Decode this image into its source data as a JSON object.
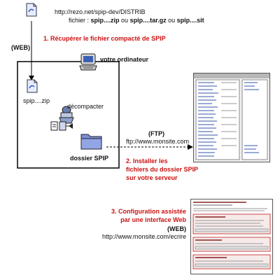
{
  "source": {
    "url": "http://rezo.net/spip-dev/DISTRIB",
    "fichier_label": "fichier :",
    "file_zip": "spip....zip",
    "sep1": " ou ",
    "file_targz": "spip....tar.gz",
    "sep2": " ou ",
    "file_sit": "spip....sit"
  },
  "step1": {
    "title": "1. Récupérer le fichier compacté de SPIP",
    "protocol": "(WEB)"
  },
  "computer": {
    "label": "votre ordinateur",
    "zip_label": "spip....zip",
    "decompress_label": "décompacter",
    "folder_label": "dossier SPIP"
  },
  "step2": {
    "protocol": "(FTP)",
    "ftp_url": "ftp://www.monsite.com",
    "title_line1": "2. Installer les",
    "title_line2": "fichiers du dossier SPIP",
    "title_line3": "sur votre serveur"
  },
  "step3": {
    "title_line1": "3. Configuration assistée",
    "title_line2": "par une interface Web",
    "protocol": "(WEB)",
    "url": "http://www.monsite.com/ecrire"
  },
  "colors": {
    "red": "#cc1111",
    "folder": "#7b8fd6",
    "line": "#000000"
  }
}
